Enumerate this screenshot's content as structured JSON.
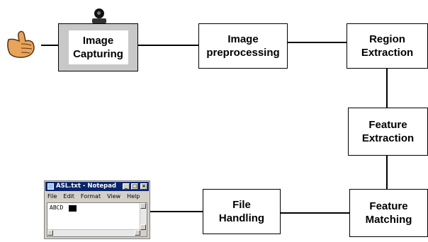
{
  "nodes": {
    "image_capturing": "Image\nCapturing",
    "image_preprocessing": "Image\npreprocessing",
    "region_extraction": "Region\nExtraction",
    "feature_extraction": "Feature\nExtraction",
    "feature_matching": "Feature\nMatching",
    "file_handling": "File\nHandling"
  },
  "notepad": {
    "title": "ASL.txt - Notepad",
    "menu": [
      "File",
      "Edit",
      "Format",
      "View",
      "Help"
    ],
    "text": "ABCD"
  },
  "icons": {
    "input": "hand-sign-icon",
    "camera": "webcam-icon",
    "output": "notepad-window"
  },
  "colors": {
    "capture_box": "#c8c8c8",
    "hand": "#e8a45a",
    "notepad_title": "#0a246a"
  }
}
